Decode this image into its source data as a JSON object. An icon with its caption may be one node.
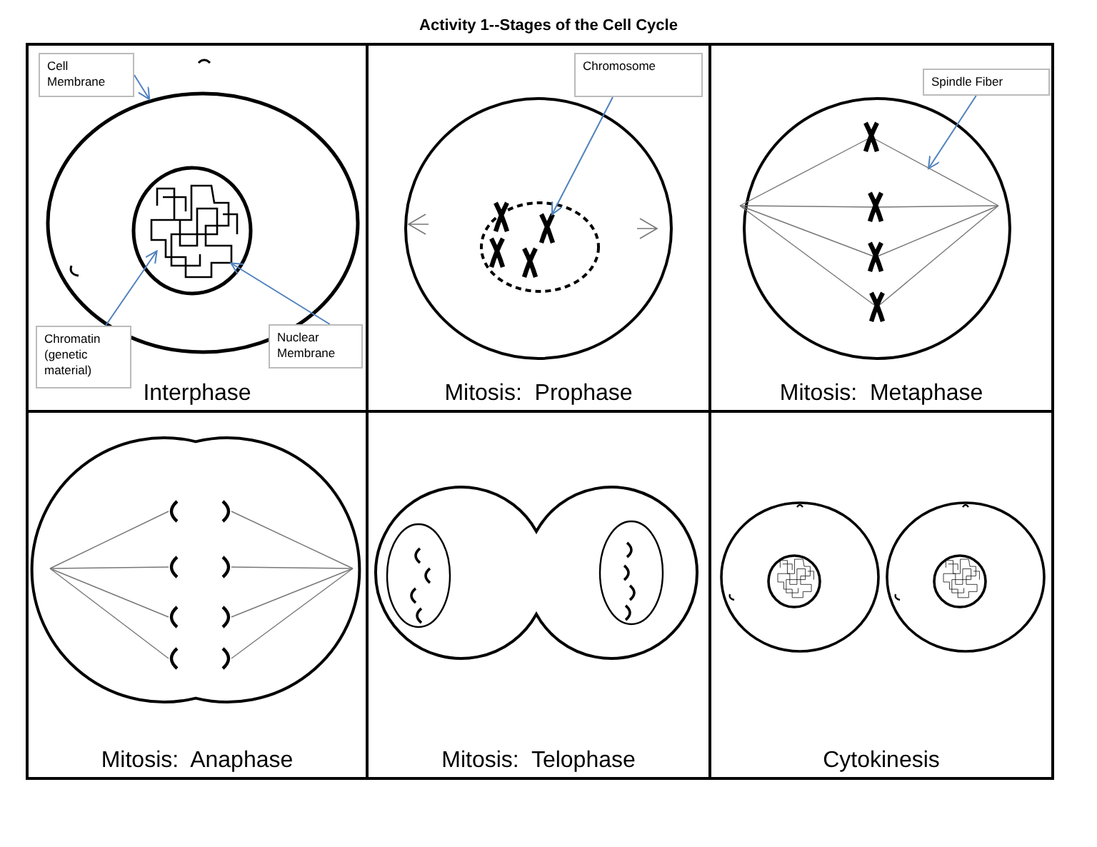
{
  "diagram": {
    "title": "Activity 1--Stages of the Cell Cycle",
    "nodes": [
      {
        "text": [
          "Interphase"
        ]
      },
      {
        "text": [
          "Mitosis:  Prophase"
        ]
      },
      {
        "text": [
          "Mitosis:  Metaphase"
        ]
      },
      {
        "text": [
          "Mitosis:  Anaphase"
        ]
      },
      {
        "text": [
          "Mitosis:  Telophase"
        ]
      },
      {
        "text": [
          "Cytokinesis"
        ]
      },
      {
        "text": [
          "Cell Membrane"
        ],
        "in": 0
      },
      {
        "text": [],
        "shape": "circle",
        "in": 0
      },
      {
        "text": [
          "Chromatin (genetic material)"
        ],
        "in": 0
      },
      {
        "text": [],
        "shape": "picture",
        "in": 11
      },
      {
        "text": [
          "Nuclear Membrane"
        ],
        "in": 0
      },
      {
        "text": [],
        "shape": "circle",
        "in": 7
      },
      {
        "text": [
          "Chromosome"
        ],
        "in": 1
      },
      {
        "text": [],
        "shape": "picture",
        "in": 1
      },
      {
        "text": [
          "Spindle Fiber"
        ],
        "in": 2
      }
    ],
    "edges": [
      {
        "from": 6,
        "to": 7,
        "arrow": "to"
      },
      {
        "from": 8,
        "to": 9,
        "arrow": "to"
      },
      {
        "from": 10,
        "to": 11,
        "arrow": "to"
      },
      {
        "from": 12,
        "to": 13,
        "arrow": "to"
      },
      {
        "from": 14,
        "to": null,
        "arrow": "to"
      }
    ]
  }
}
